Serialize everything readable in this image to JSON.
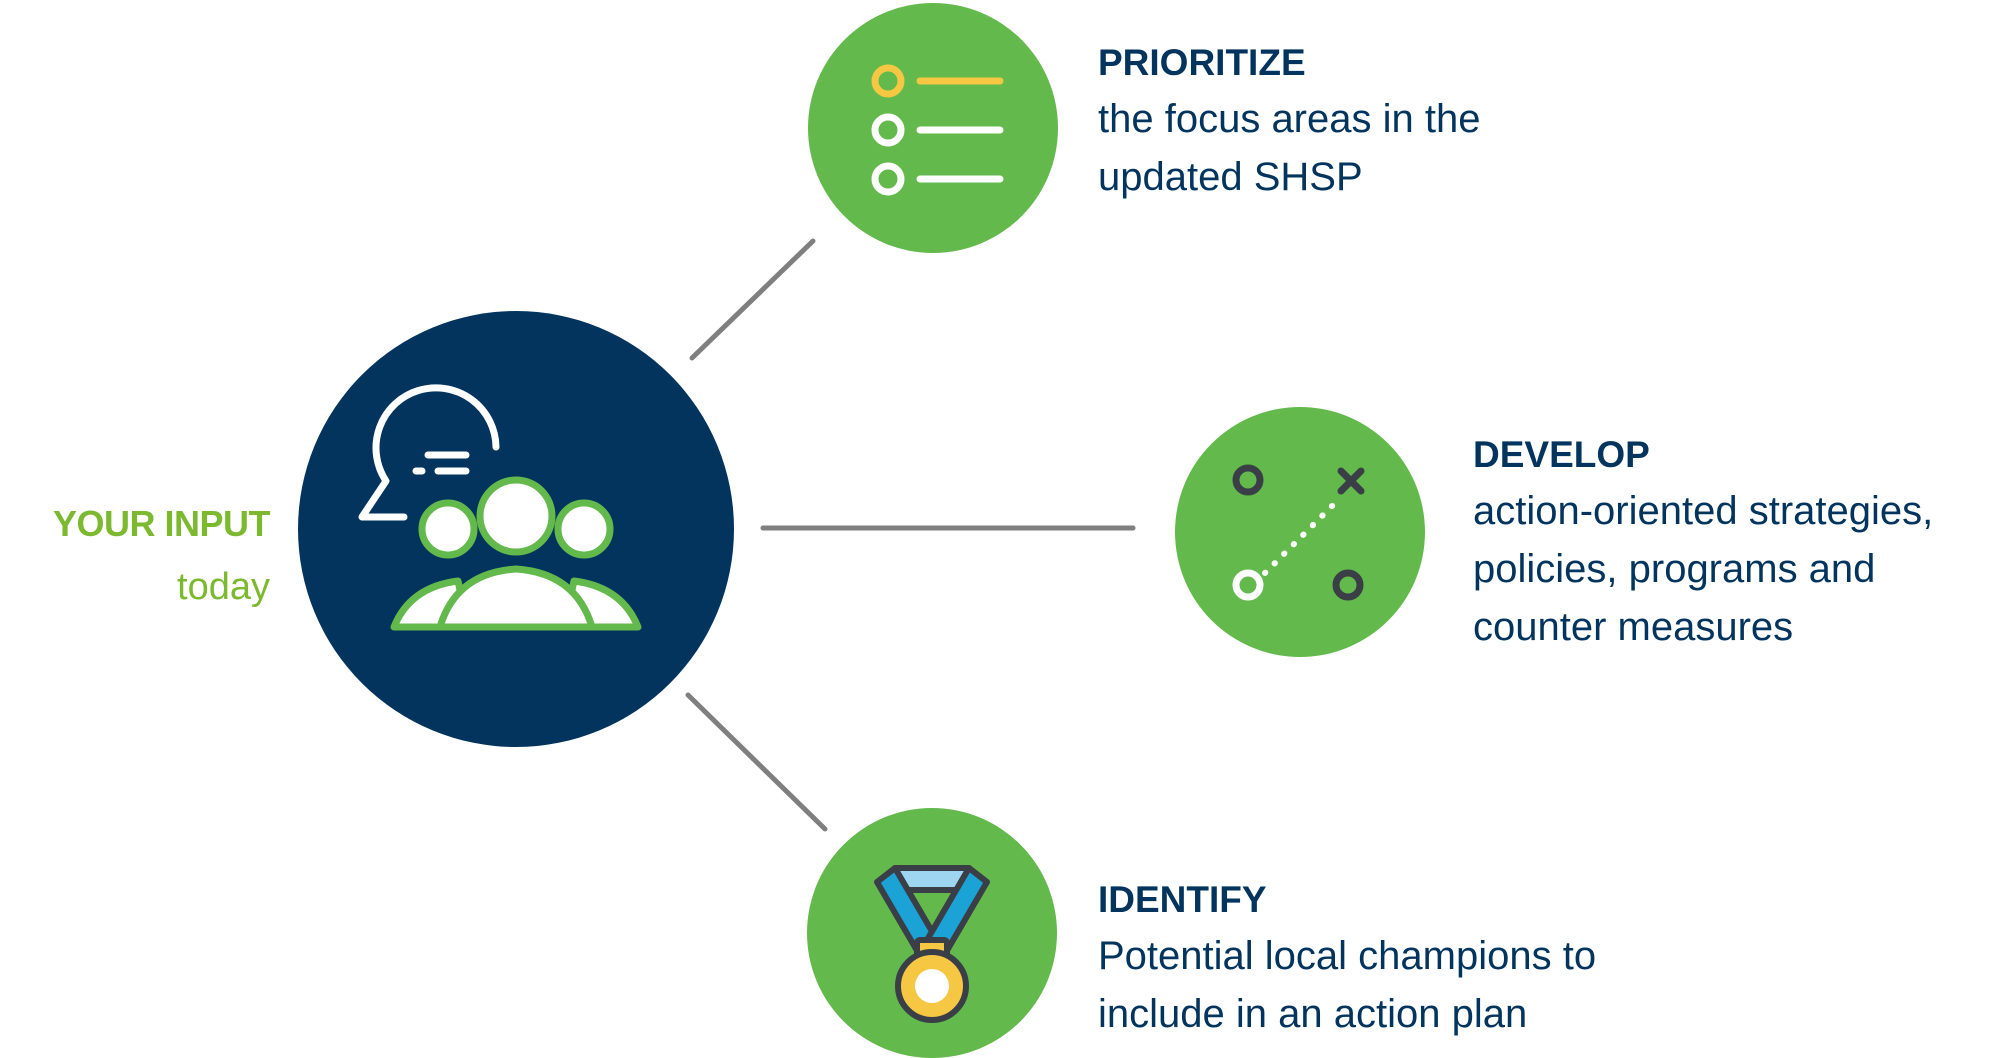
{
  "colors": {
    "navy": "#02345e",
    "green": "#63b94b",
    "label_green": "#7cb92f",
    "connector": "#7f7f7f",
    "accent_yellow": "#f6c743",
    "ribbon_blue": "#1aa3d4",
    "ribbon_light": "#9ed6f1",
    "icon_dark": "#3a3f47"
  },
  "hub": {
    "icon": "people-chat-icon",
    "title": "YOUR INPUT",
    "subtitle": "today"
  },
  "steps": [
    {
      "icon": "checklist-icon",
      "title": "PRIORITIZE",
      "line1": "the focus areas in the",
      "line2": "updated SHSP"
    },
    {
      "icon": "strategy-play-icon",
      "title": "DEVELOP",
      "line1": "action-oriented strategies,",
      "line2": "policies, programs and",
      "line3": "counter measures"
    },
    {
      "icon": "medal-icon",
      "title": "IDENTIFY",
      "line1": "Potential local champions to",
      "line2": "include in an action plan"
    }
  ]
}
